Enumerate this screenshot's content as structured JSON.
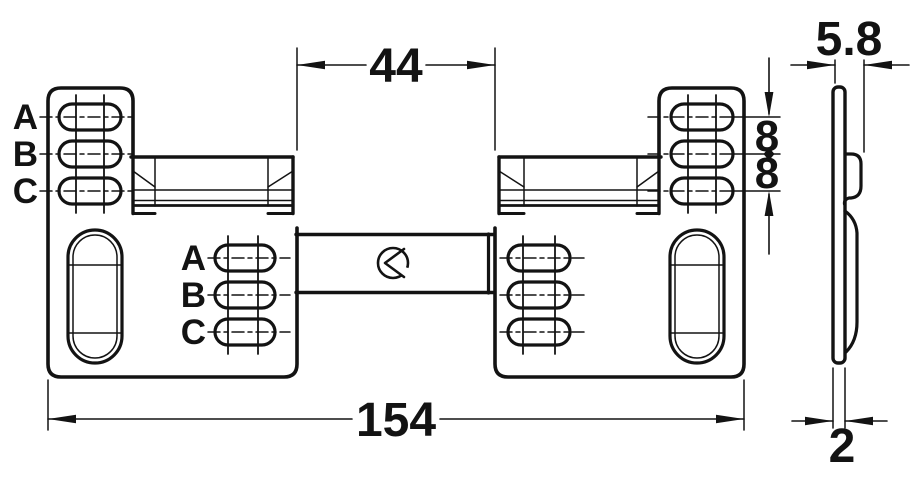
{
  "drawing": {
    "labels": {
      "outer": [
        "A",
        "B",
        "C"
      ],
      "inner": [
        "A",
        "B",
        "C"
      ]
    },
    "dims": {
      "center_gap": "44",
      "overall_width": "154",
      "depth": "5.8",
      "row_spacing_upper": "8",
      "row_spacing_lower": "8",
      "material_thickness": "2"
    },
    "icons": {
      "logo": "hafele-circle-mark"
    },
    "colors": {
      "ink": "#131313",
      "paper": "#ffffff"
    }
  }
}
